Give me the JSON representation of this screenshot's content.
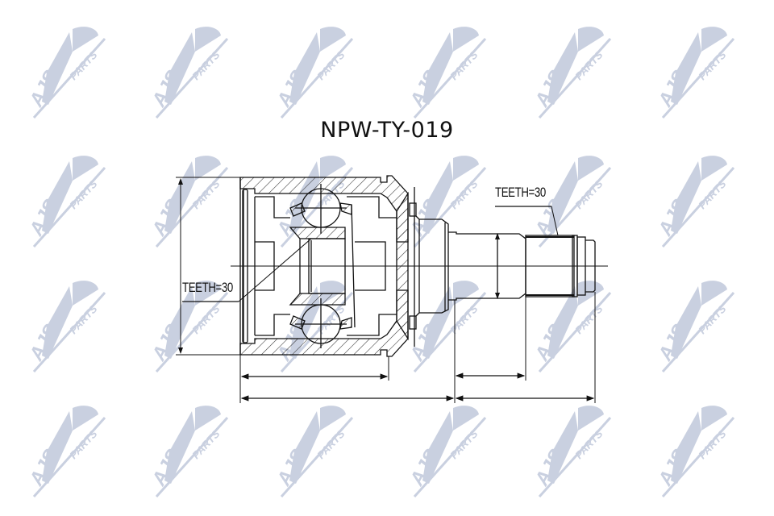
{
  "diagram": {
    "part_number": "NPW-TY-019",
    "type": "CV joint (inner) technical cross-section drawing",
    "labels": {
      "inner_teeth": "TEETH=30",
      "outer_teeth": "TEETH=30"
    },
    "watermark": {
      "brand": "AJS",
      "suffix": "PARTS",
      "icon": "ajs-parts-logo-icon",
      "color": "#c9d0e0",
      "rows": [
        30,
        190,
        345,
        500
      ],
      "cols": [
        38,
        190,
        345,
        510,
        665,
        818
      ]
    },
    "colors": {
      "line": "#111111",
      "hatch": "#333333",
      "background": "#ffffff"
    },
    "dimension_lines": [
      {
        "name": "overall-height",
        "orientation": "vertical"
      },
      {
        "name": "housing-length",
        "orientation": "horizontal"
      },
      {
        "name": "total-length-left",
        "orientation": "horizontal"
      },
      {
        "name": "shaft-length",
        "orientation": "horizontal"
      },
      {
        "name": "spline-length",
        "orientation": "horizontal"
      }
    ]
  }
}
